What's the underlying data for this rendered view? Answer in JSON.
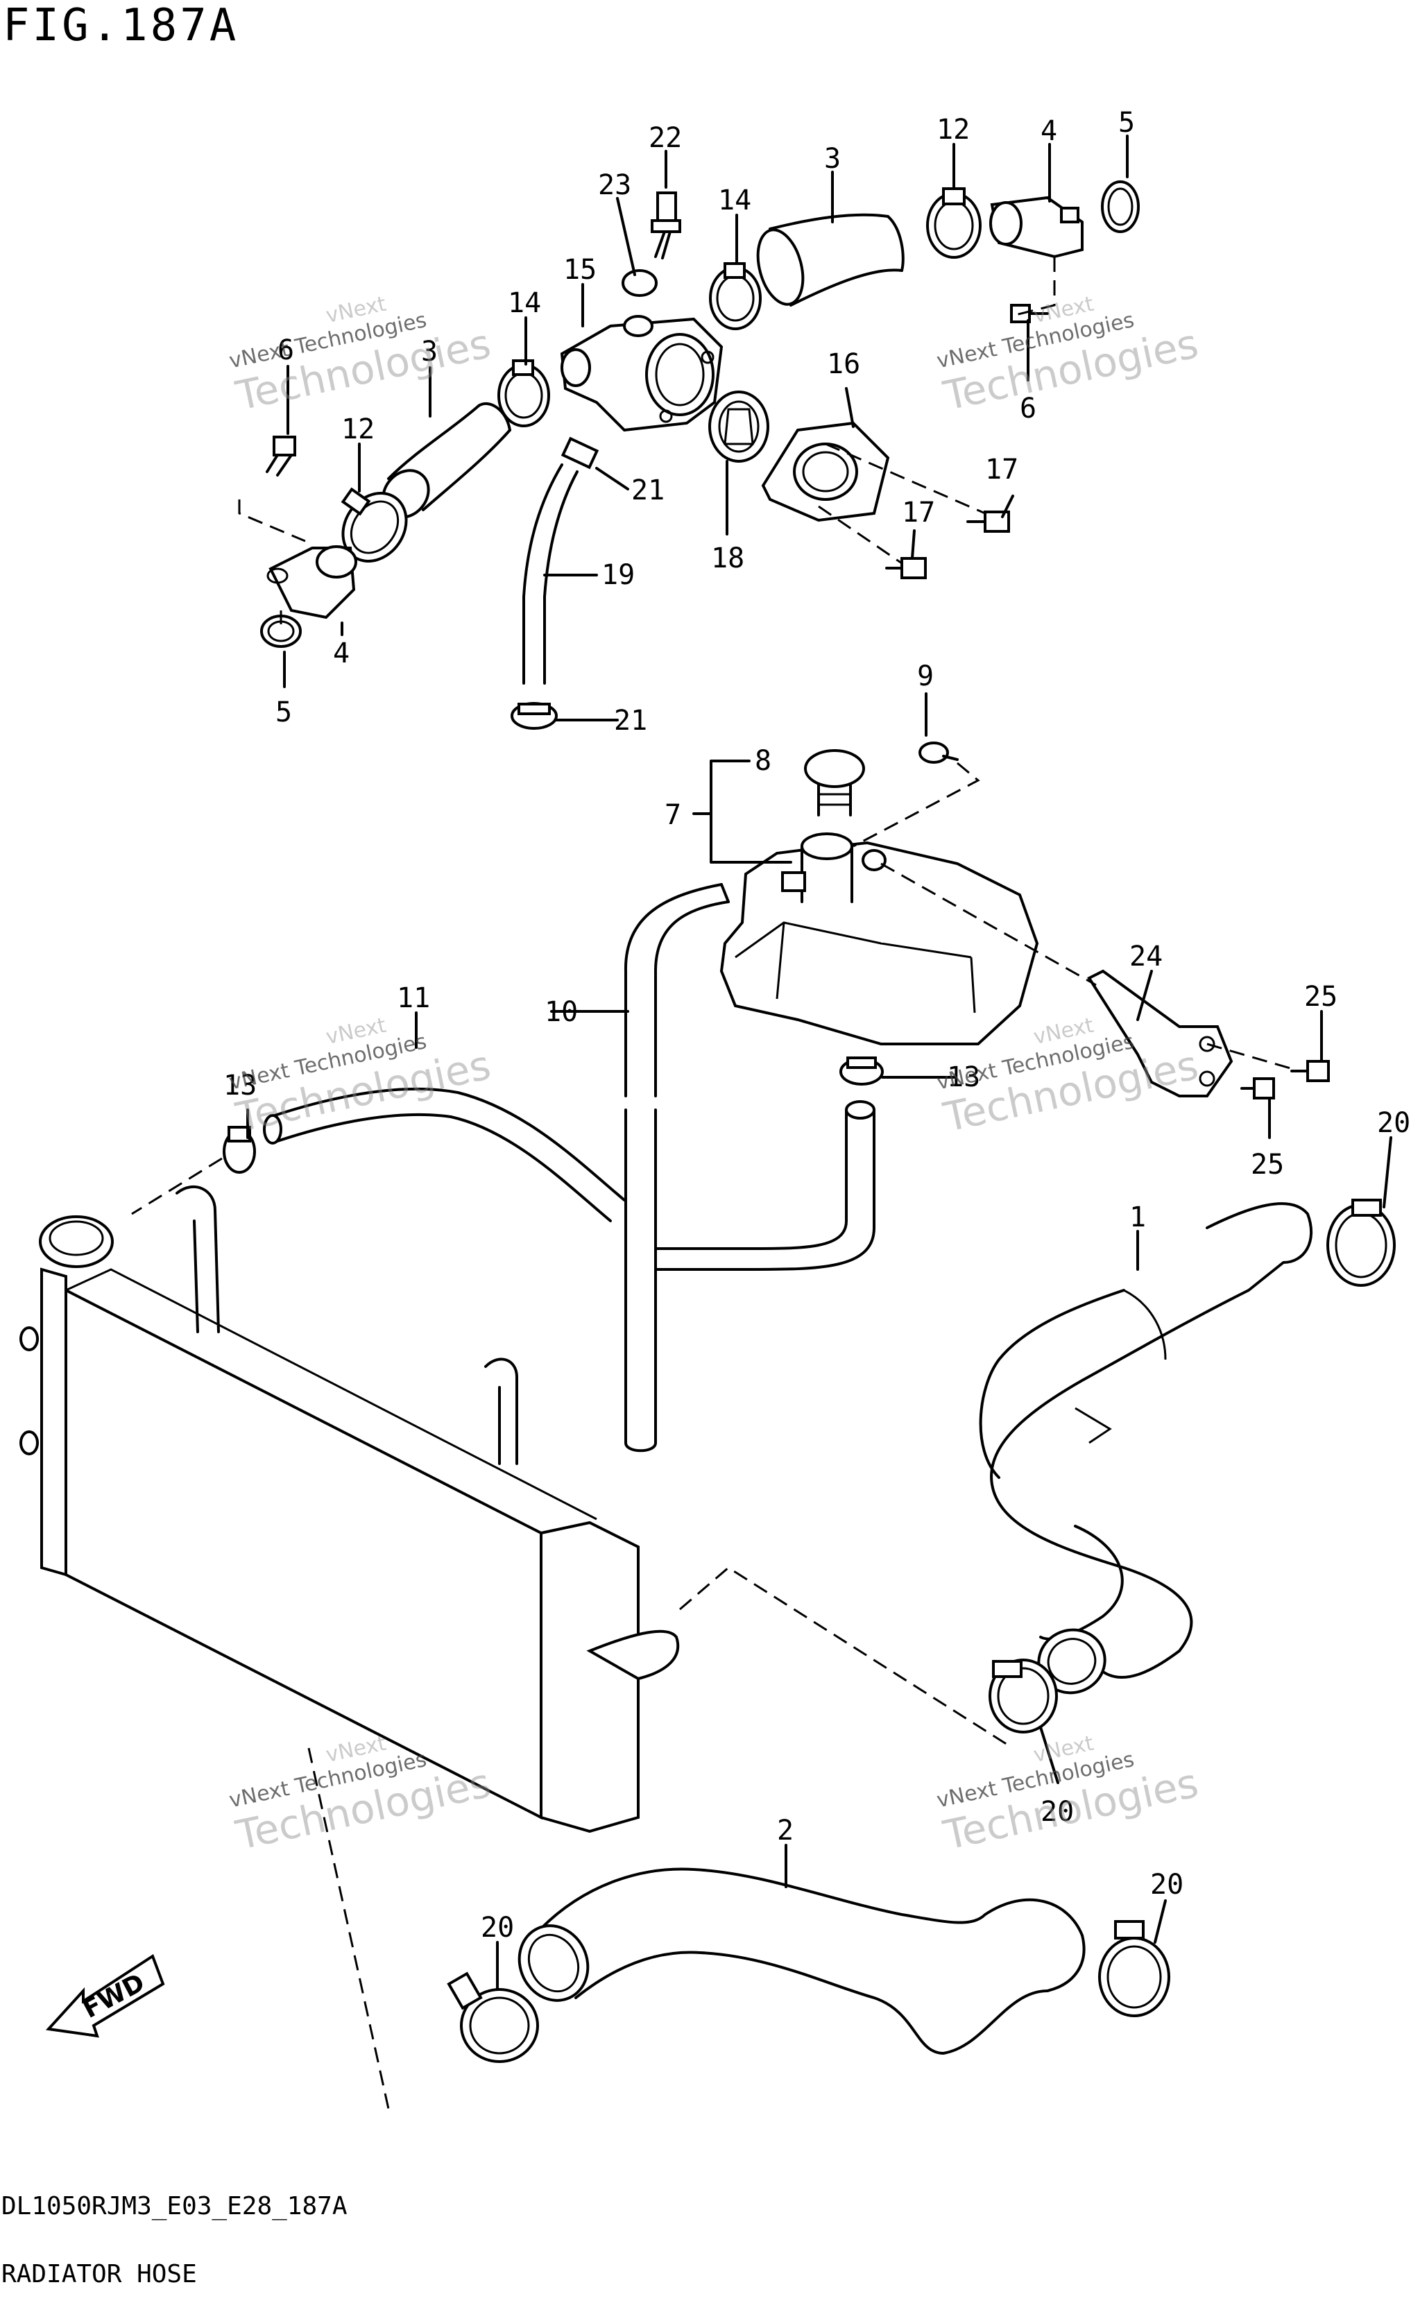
{
  "figure": {
    "title": "FIG.187A",
    "code": "DL1050RJM3_E03_E28_187A",
    "name": "RADIATOR HOSE"
  },
  "watermark": {
    "line1": "vNext",
    "line2": "vNext Technologies",
    "line3": "Technologies"
  },
  "forward_label": "FWD",
  "callouts": {
    "c1": "1",
    "c2": "2",
    "c3a": "3",
    "c3b": "3",
    "c4a": "4",
    "c4b": "4",
    "c5a": "5",
    "c5b": "5",
    "c6a": "6",
    "c6b": "6",
    "c7": "7",
    "c8": "8",
    "c9": "9",
    "c10": "10",
    "c11": "11",
    "c12a": "12",
    "c12b": "12",
    "c13a": "13",
    "c13b": "13",
    "c14a": "14",
    "c14b": "14",
    "c15": "15",
    "c16": "16",
    "c17a": "17",
    "c17b": "17",
    "c18": "18",
    "c19": "19",
    "c20a": "20",
    "c20b": "20",
    "c20c": "20",
    "c20d": "20",
    "c21a": "21",
    "c21b": "21",
    "c22": "22",
    "c23": "23",
    "c24": "24",
    "c25a": "25",
    "c25b": "25"
  }
}
